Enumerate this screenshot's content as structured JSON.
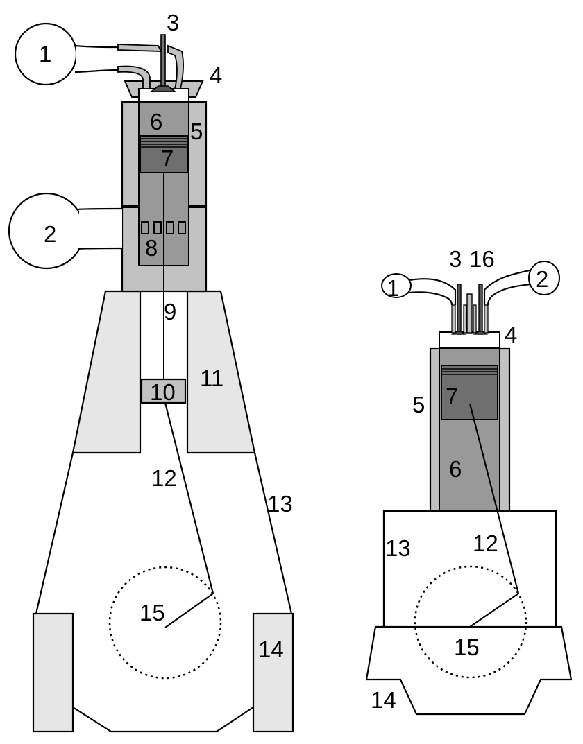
{
  "colors": {
    "light": "#e6e6e6",
    "mid": "#c2c2c2",
    "cylinder_fill": "#999999",
    "piston": "#6f6f6f",
    "stroke": "#000000",
    "background": "#ffffff"
  },
  "left_engine": {
    "labels": {
      "intake_manifold": "1",
      "exhaust_manifold": "2",
      "valve": "3",
      "cylinder_head": "4",
      "cylinder_wall": "5",
      "combustion_chamber": "6",
      "piston": "7",
      "ports": "8",
      "piston_rod": "9",
      "crosshead": "10",
      "crosshead_guide": "11",
      "connecting_rod": "12",
      "frame": "13",
      "bed": "14",
      "crank": "15"
    }
  },
  "right_engine": {
    "labels": {
      "intake_manifold": "1",
      "exhaust_manifold": "2",
      "intake_valve": "3",
      "exhaust_valve": "16",
      "cylinder_head": "4",
      "cylinder_wall": "5",
      "combustion_chamber": "6",
      "piston": "7",
      "connecting_rod": "12",
      "crankcase": "13",
      "bed": "14",
      "crank": "15"
    }
  }
}
